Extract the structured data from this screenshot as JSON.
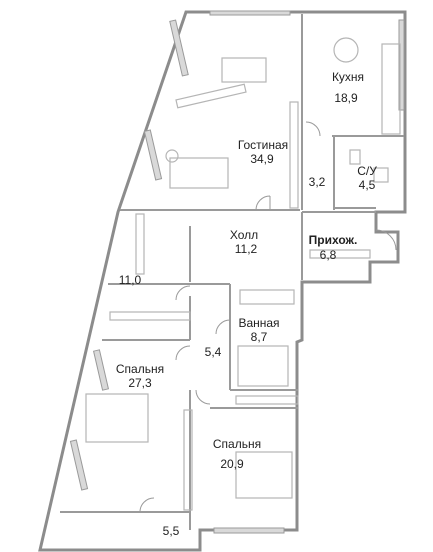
{
  "rooms": [
    {
      "id": "kitchen",
      "name": "Кухня",
      "area": "18,9"
    },
    {
      "id": "living",
      "name": "Гостиная",
      "area": "34,9"
    },
    {
      "id": "storage",
      "name": "",
      "area": "3,2"
    },
    {
      "id": "wc",
      "name": "С/У",
      "area": "4,5"
    },
    {
      "id": "hall",
      "name": "Холл",
      "area": "11,2"
    },
    {
      "id": "entry",
      "name": "Прихож.",
      "area": "6,8"
    },
    {
      "id": "wardrobe1",
      "name": "",
      "area": "11,0"
    },
    {
      "id": "bathroom",
      "name": "Ванная",
      "area": "8,7"
    },
    {
      "id": "wardrobe2",
      "name": "",
      "area": "5,4"
    },
    {
      "id": "bedroom1",
      "name": "Спальня",
      "area": "27,3"
    },
    {
      "id": "bedroom2",
      "name": "Спальня",
      "area": "20,9"
    },
    {
      "id": "balcony",
      "name": "",
      "area": "5,5"
    }
  ],
  "colors": {
    "wall": "#8c8c8c",
    "line": "#9a9a9a",
    "furniture": "#b5b5b5",
    "glass": "#d9d9d9",
    "text": "#222222"
  }
}
